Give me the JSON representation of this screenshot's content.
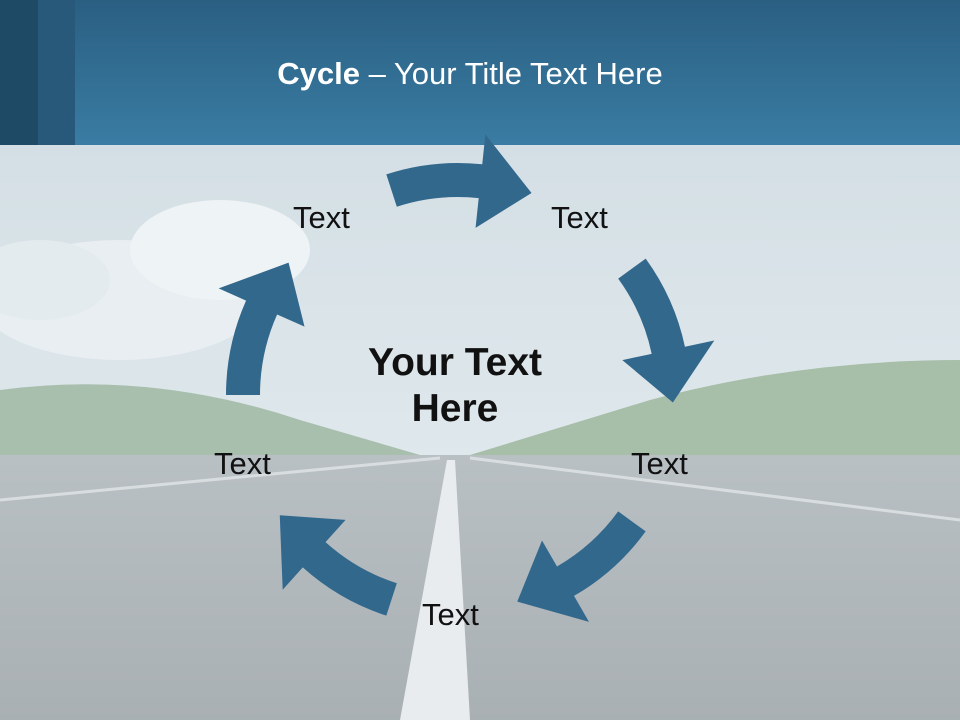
{
  "title": {
    "bold": "Cycle",
    "rest": " – Your Title Text Here"
  },
  "center_text": [
    "Your Text",
    "Here"
  ],
  "nodes": [
    {
      "label": "Text"
    },
    {
      "label": "Text"
    },
    {
      "label": "Text"
    },
    {
      "label": "Text"
    },
    {
      "label": "Text"
    }
  ],
  "colors": {
    "arrow": "#33688d",
    "header": "#3a7ca3"
  }
}
